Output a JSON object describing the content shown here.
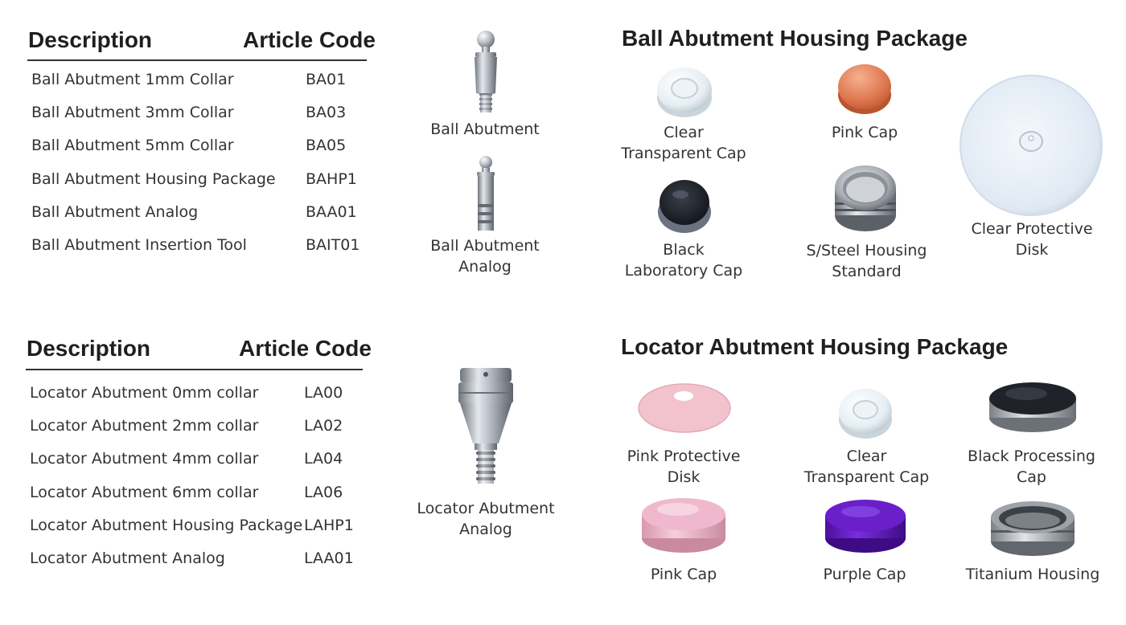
{
  "ball": {
    "table": {
      "header": {
        "description": "Description",
        "code": "Article Code"
      },
      "rows": [
        {
          "description": "Ball Abutment 1mm Collar",
          "code": "BA01"
        },
        {
          "description": "Ball Abutment 3mm Collar",
          "code": "BA03"
        },
        {
          "description": "Ball Abutment 5mm Collar",
          "code": "BA05"
        },
        {
          "description": "Ball Abutment Housing Package",
          "code": "BAHP1"
        },
        {
          "description": "Ball Abutment Analog",
          "code": "BAA01"
        },
        {
          "description": "Ball Abutment Insertion Tool",
          "code": "BAIT01"
        }
      ]
    },
    "products": {
      "abutment": "Ball Abutment",
      "analog": "Ball Abutment Analog"
    },
    "package": {
      "title": "Ball Abutment Housing Package",
      "items": {
        "clear_cap": "Clear Transparent Cap",
        "pink_cap": "Pink Cap",
        "black_cap": "Black Laboratory Cap",
        "steel_housing": "S/Steel Housing Standard",
        "clear_disk": "Clear Protective Disk"
      }
    }
  },
  "locator": {
    "table": {
      "header": {
        "description": "Description",
        "code": "Article Code"
      },
      "rows": [
        {
          "description": "Locator Abutment 0mm collar",
          "code": "LA00"
        },
        {
          "description": "Locator Abutment 2mm collar",
          "code": "LA02"
        },
        {
          "description": "Locator Abutment 4mm collar",
          "code": "LA04"
        },
        {
          "description": "Locator Abutment 6mm collar",
          "code": "LA06"
        },
        {
          "description": "Locator Abutment Housing Package",
          "code": "LAHP1"
        },
        {
          "description": "Locator Abutment Analog",
          "code": "LAA01"
        }
      ]
    },
    "products": {
      "analog": "Locator Abutment Analog"
    },
    "package": {
      "title": "Locator Abutment Housing Package",
      "items": {
        "pink_disk": "Pink Protective Disk",
        "clear_cap": "Clear Transparent Cap",
        "black_cap": "Black Processing Cap",
        "pink_cap": "Pink Cap",
        "purple_cap": "Purple Cap",
        "titanium_housing": "Titanium Housing"
      }
    }
  },
  "colors": {
    "metal": "#9ea4ad",
    "pink_cap_ball": "#e07a52",
    "pink_disk": "#f3c3cd",
    "purple": "#6a1fc9",
    "pink_cap_locator": "#f0b8cc"
  },
  "icons": [
    "ball-abutment-icon",
    "ball-analog-icon",
    "locator-analog-icon",
    "cap-icon",
    "disk-icon",
    "housing-icon"
  ]
}
